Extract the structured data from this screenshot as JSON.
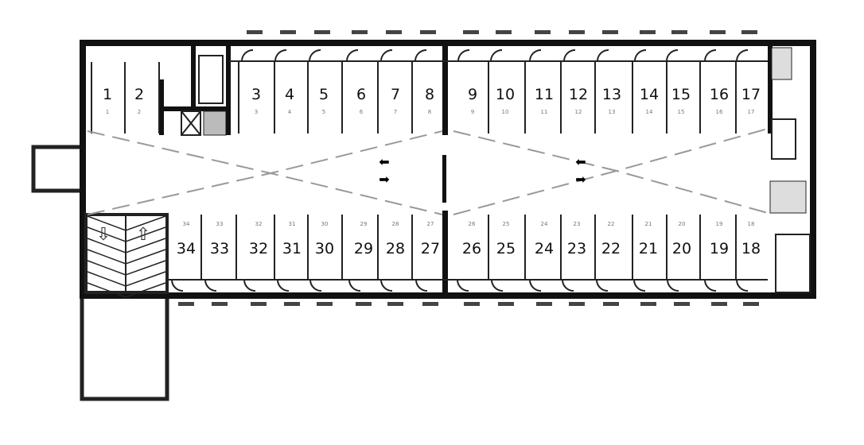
{
  "diagram": {
    "type": "parking garage floor plan",
    "top_row_bays": [
      "1",
      "2",
      "3",
      "4",
      "5",
      "6",
      "7",
      "8",
      "9",
      "10",
      "11",
      "12",
      "13",
      "14",
      "15",
      "16",
      "17"
    ],
    "bottom_row_bays": [
      "34",
      "33",
      "32",
      "31",
      "30",
      "29",
      "28",
      "27",
      "26",
      "25",
      "24",
      "23",
      "22",
      "21",
      "20",
      "19",
      "18"
    ],
    "colors": {
      "wall": "#111111",
      "dashed_lane": "#999999",
      "hatch": "#555555"
    }
  }
}
